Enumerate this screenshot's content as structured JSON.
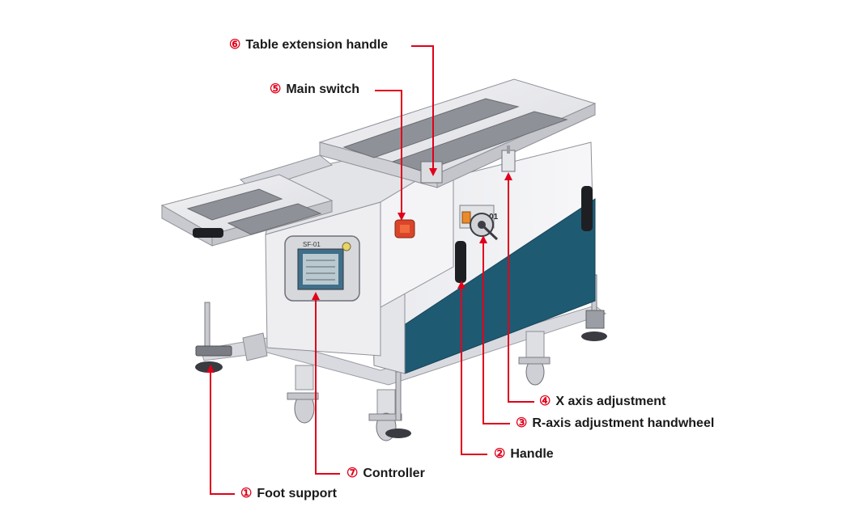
{
  "diagram": {
    "accent_color": "#e0001b",
    "panel_brand": "SF-01",
    "side_plate_text": "SF-01",
    "callouts": [
      {
        "id": "foot-support",
        "number": "①",
        "text": "Foot support"
      },
      {
        "id": "handle",
        "number": "②",
        "text": "Handle"
      },
      {
        "id": "r-axis-handwheel",
        "number": "③",
        "text": "R-axis adjustment handwheel"
      },
      {
        "id": "x-axis-adjustment",
        "number": "④",
        "text": "X axis adjustment"
      },
      {
        "id": "main-switch",
        "number": "⑤",
        "text": "Main switch"
      },
      {
        "id": "table-extension-handle",
        "number": "⑥",
        "text": "Table extension handle"
      },
      {
        "id": "controller",
        "number": "⑦",
        "text": "Controller"
      }
    ]
  }
}
